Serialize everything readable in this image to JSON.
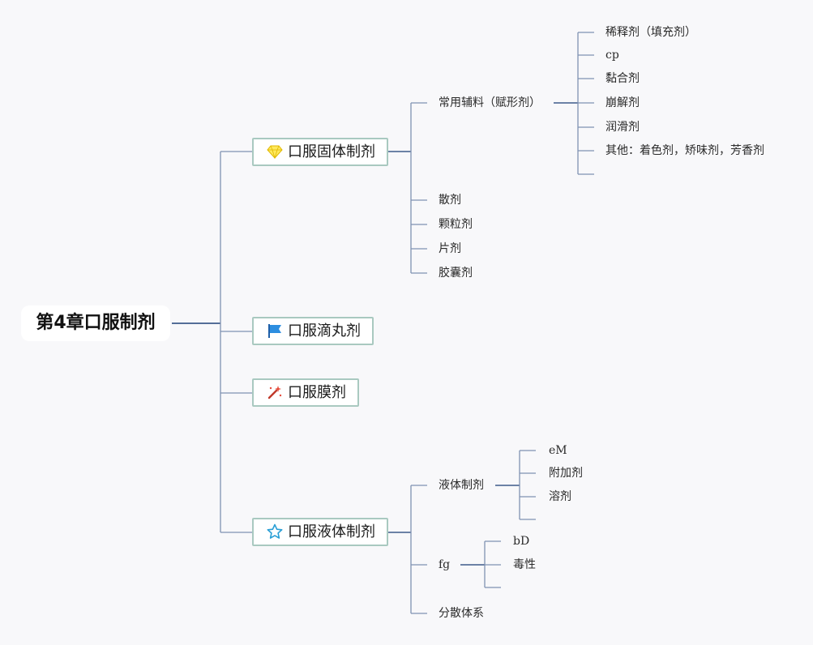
{
  "root": {
    "label": "第4章口服制剂"
  },
  "branches": [
    {
      "label": "口服固体制剂",
      "icon": "gem-icon",
      "children": [
        {
          "label": "常用辅料（赋形剂）",
          "children": [
            "稀释剂（填充剂）",
            "cp",
            "黏合剂",
            "崩解剂",
            "润滑剂",
            "其他：着色剂，矫味剂，芳香剂",
            ""
          ]
        },
        {
          "label": "散剂"
        },
        {
          "label": "颗粒剂"
        },
        {
          "label": "片剂"
        },
        {
          "label": "胶囊剂"
        }
      ]
    },
    {
      "label": "口服滴丸剂",
      "icon": "flag-icon"
    },
    {
      "label": "口服膜剂",
      "icon": "magic-wand-icon"
    },
    {
      "label": "口服液体制剂",
      "icon": "star-icon",
      "children": [
        {
          "label": "液体制剂",
          "children": [
            "eM",
            "附加剂",
            "溶剂",
            ""
          ]
        },
        {
          "label": "fg",
          "children": [
            "bD",
            "毒性",
            ""
          ]
        },
        {
          "label": "分散体系"
        }
      ]
    }
  ],
  "colors": {
    "line": "#6b82a6",
    "line_dark": "#3d5a8a",
    "node_border": "#a9c9c0",
    "background": "#f8f8fa"
  }
}
